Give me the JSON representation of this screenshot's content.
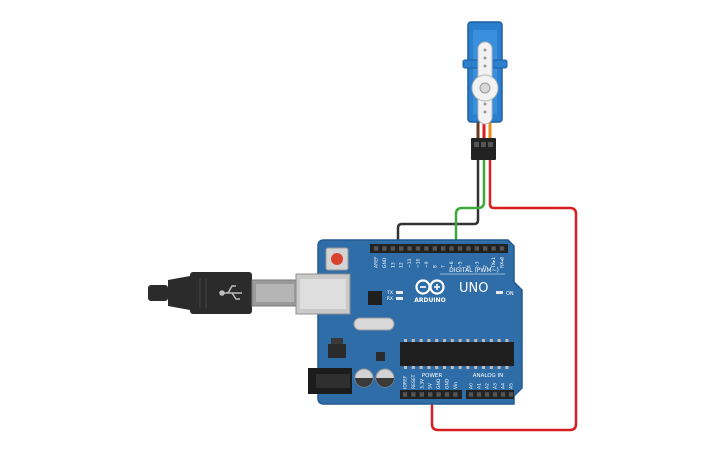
{
  "board": {
    "digital_label": "DIGITAL (PWM~)",
    "brand": "ARDUINO",
    "model": "UNO",
    "on_label": "ON",
    "tx_label": "TX",
    "rx_label": "RX",
    "power_label": "POWER",
    "analog_label": "ANALOG IN",
    "digital_pins": [
      "AREF",
      "GND",
      "13",
      "12",
      "~11",
      "~10",
      "~9",
      "8",
      "7",
      "~6",
      "~5",
      "4",
      "~3",
      "2",
      "TX▸1",
      "RX◂0"
    ],
    "power_pins": [
      "IOREF",
      "RESET",
      "3.3V",
      "5V",
      "GND",
      "GND",
      "Vin"
    ],
    "analog_pins": [
      "A0",
      "A1",
      "A2",
      "A3",
      "A4",
      "A5"
    ],
    "colors": {
      "pcb": "#2f6da8",
      "pcb_edge": "#245a8f",
      "header": "#222222",
      "silk": "#ffffff"
    }
  },
  "servo": {
    "colors": {
      "body": "#2a7fcf",
      "horn": "#f2f2f2",
      "wire_brown": "#6b3a1e",
      "wire_red": "#d81e1e",
      "wire_orange": "#e88a1a"
    }
  },
  "wires": {
    "colors": {
      "signal": "#3daa3d",
      "power": "#d81e1e",
      "ground": "#333333"
    }
  },
  "usb": {
    "colors": {
      "cable": "#2b2b2b",
      "plug": "#9a9a9a"
    }
  }
}
